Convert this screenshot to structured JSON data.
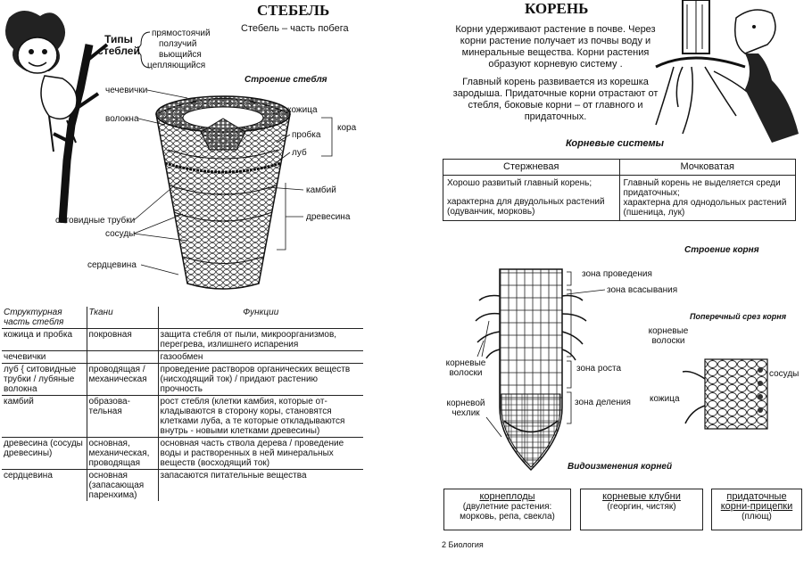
{
  "left": {
    "title": "СТЕБЕЛЬ",
    "subtitle": "Стебель – часть побега",
    "types_title": "Типы стеблей",
    "types": [
      "прямостоячий",
      "ползучий",
      "вьющийся",
      "цепляющийся"
    ],
    "structure_title": "Строение стебля",
    "labels": {
      "chechevichki": "чечевички",
      "volokna": "волокна",
      "kozhitsa": "кожица",
      "probka": "пробка",
      "lub": "луб",
      "kora": "кора",
      "kambiy": "камбий",
      "drevesina": "древесина",
      "sitovidnye": "ситовидные трубки",
      "sosudy": "сосуды",
      "serdtsevina": "сердцевина"
    },
    "table": {
      "headers": [
        "Структурная часть стебля",
        "Ткани",
        "Функции"
      ],
      "rows": [
        {
          "part": "кожица и пробка",
          "tissue": "покровная",
          "func": "защита стебля от пыли, микроорганизмов, перегрева, излишнего испарения"
        },
        {
          "part": "чечевички",
          "tissue": "",
          "func": "газообмен"
        },
        {
          "part": "луб { ситовидные трубки / лубяные волокна",
          "tissue": "проводящая / механическая",
          "func": "проведение растворов органических веществ (нисходящий ток) / придают растению прочность"
        },
        {
          "part": "камбий",
          "tissue": "образова-тельная",
          "func": "рост стебля (клетки камбия, которые от-кладываются в сторону коры, становятся клетками луба, а те которые откладываются внутрь - новыми клетками древесины)"
        },
        {
          "part": "древесина (сосуды древесины)",
          "tissue": "основная, механическая, проводящая",
          "func": "основная часть ствола дерева / проведение воды и растворенных в ней минеральных веществ (восходящий ток)"
        },
        {
          "part": "сердцевина",
          "tissue": "основная (запасающая паренхима)",
          "func": "запасаются питательные вещества"
        }
      ]
    }
  },
  "right": {
    "title": "КОРЕНЬ",
    "intro": "Корни удерживают растение в почве. Через корни растение получает из почвы воду и минеральные вещества. Корни растения образуют корневую систему .",
    "intro2": "Главный корень развивается из корешка зародыша. Придаточные корни отрастают от стебля, боковые корни – от главного и придаточных.",
    "systems_title": "Корневые системы",
    "systems_table": {
      "headers": [
        "Стержневая",
        "Мочковатая"
      ],
      "col1": [
        "Хорошо развитый главный корень;",
        "характерна для двудольных растений (одуванчик, морковь)"
      ],
      "col2": [
        "Главный корень не выделяется среди придаточных;",
        "характерна для однодольных растений (пшеница, лук)"
      ]
    },
    "structure_title": "Строение корня",
    "zones": [
      "зона проведения",
      "зона всасывания",
      "зона роста",
      "зона деления"
    ],
    "root_hairs": "корневые волоски",
    "root_cap": "корневой чехлик",
    "cross_title": "Поперечный срез корня",
    "cross_labels": {
      "hairs": "корневые волоски",
      "skin": "кожица",
      "vessels": "сосуды"
    },
    "modifications_title": "Видоизменения корней",
    "modifications": [
      {
        "name": "корнеплоды",
        "desc": "(двулетние растения: морковь, репа, свекла)"
      },
      {
        "name": "корневые клубни",
        "desc": "(георгин, чистяк)"
      },
      {
        "name": "придаточные корни-прицепки",
        "desc": "(плющ)"
      }
    ],
    "footer": "2 Биология"
  }
}
